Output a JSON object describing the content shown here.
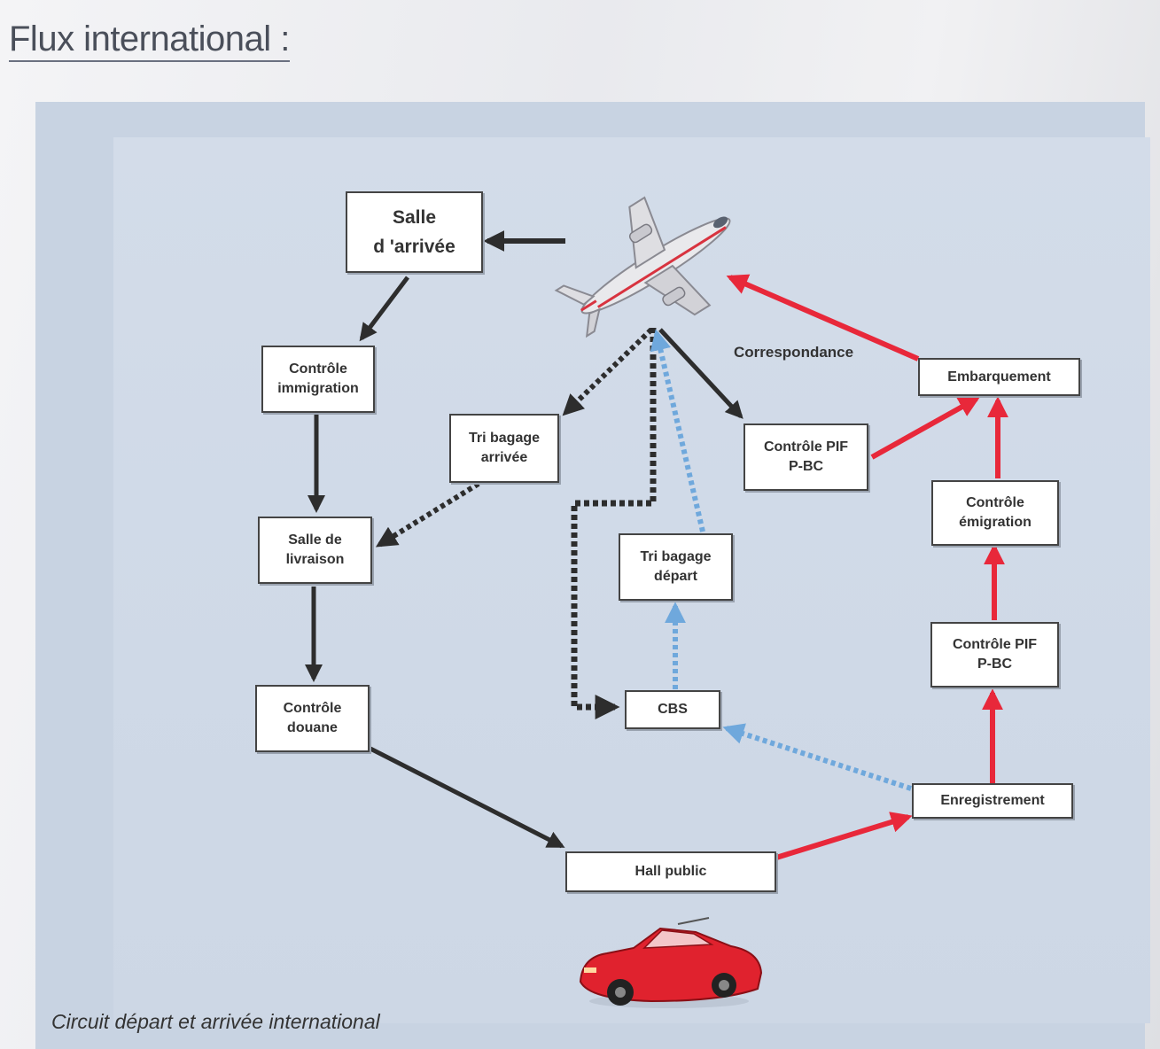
{
  "page": {
    "title": "Flux international :",
    "caption": "Circuit départ et arrivée international"
  },
  "diagram": {
    "nodes": {
      "salle_arrivee": "Salle\nd 'arrivée",
      "controle_immigration": "Contrôle\nimmigration",
      "tri_bagage_arrivee": "Tri bagage\narrivée",
      "salle_livraison": "Salle de\nlivraison",
      "controle_douane": "Contrôle\ndouane",
      "hall_public": "Hall public",
      "cbs": "CBS",
      "tri_bagage_depart": "Tri bagage\ndépart",
      "controle_pif_1": "Contrôle PIF\nP-BC",
      "embarquement": "Embarquement",
      "controle_emigration": "Contrôle\némigration",
      "controle_pif_2": "Contrôle PIF\nP-BC",
      "enregistrement": "Enregistrement"
    },
    "correspondance_label": "Correspondance",
    "colors": {
      "arrival_flow": "#2d2d2d",
      "departure_flow": "#e8283a",
      "baggage_departure": "#6fa8dc",
      "baggage_arrival": "#2d2d2d"
    },
    "icons": [
      "airplane-icon",
      "car-icon"
    ]
  }
}
